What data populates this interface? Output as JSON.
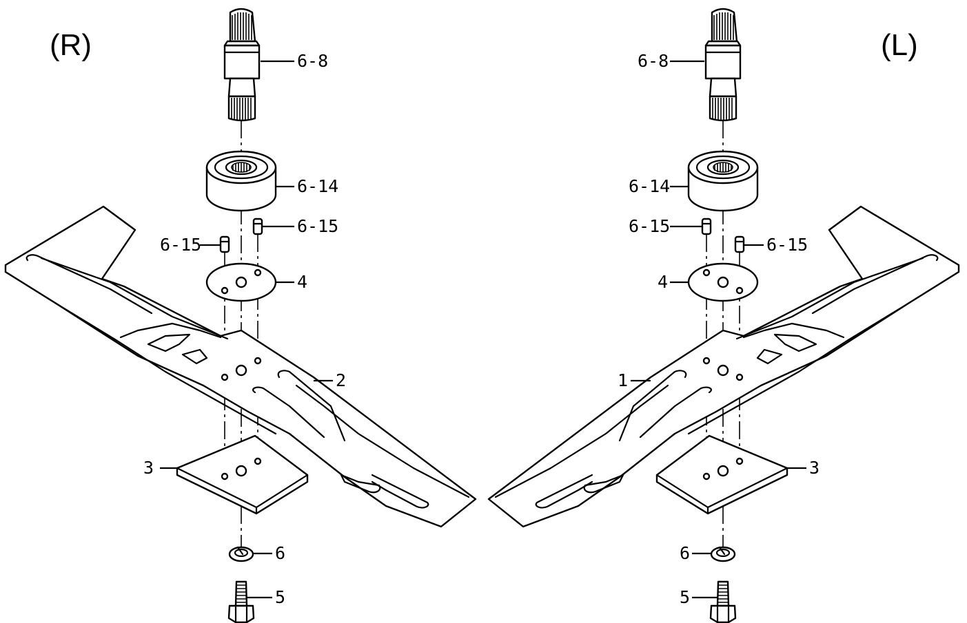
{
  "sides": {
    "right": "(R)",
    "left": "(L)"
  },
  "labels": {
    "right": {
      "spindle": "6-8",
      "bearing": "6-14",
      "pin_upper": "6-15",
      "pin_lower": "6-15",
      "washer_plate": "4",
      "blade": "2",
      "plate": "3",
      "lock_washer": "6",
      "bolt": "5"
    },
    "left": {
      "spindle": "6-8",
      "bearing": "6-14",
      "pin_upper": "6-15",
      "pin_lower": "6-15",
      "washer_plate": "4",
      "blade": "1",
      "plate": "3",
      "lock_washer": "6",
      "bolt": "5"
    }
  }
}
